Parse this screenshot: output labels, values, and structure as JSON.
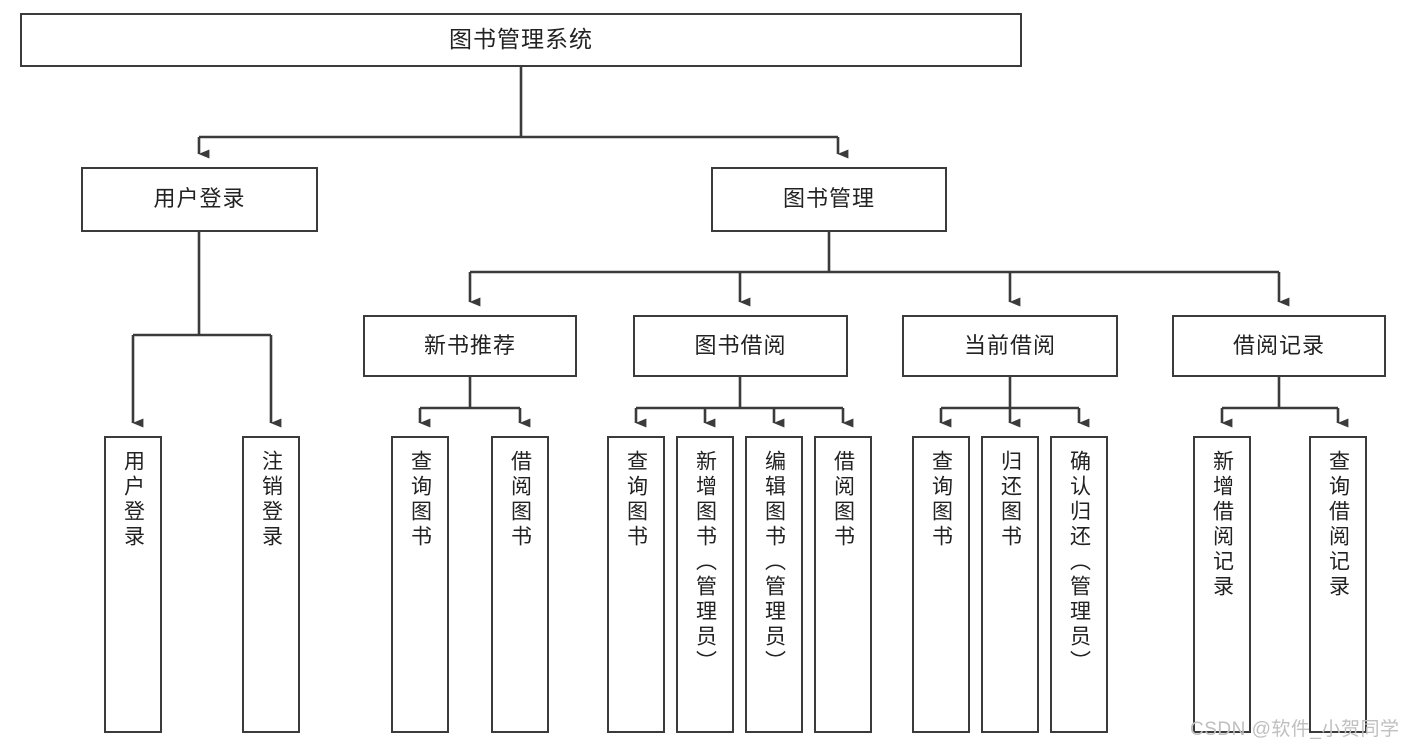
{
  "diagram": {
    "title": "图书管理系统",
    "type": "tree-hierarchy-chart",
    "watermark": "CSDN @软件_小贺同学",
    "colors": {
      "stroke": "#3b3b3b",
      "fill": "#ffffff",
      "text": "#222222",
      "watermark": "#bfbfbf"
    },
    "levels": {
      "root": {
        "label": "图书管理系统"
      },
      "level2": [
        {
          "id": "user-login",
          "label": "用户登录"
        },
        {
          "id": "book-manage",
          "label": "图书管理"
        }
      ],
      "level3": [
        {
          "id": "new-book-recommend",
          "label": "新书推荐"
        },
        {
          "id": "book-borrow",
          "label": "图书借阅"
        },
        {
          "id": "current-borrow",
          "label": "当前借阅"
        },
        {
          "id": "borrow-record",
          "label": "借阅记录"
        }
      ],
      "level4": {
        "user_login_children": [
          {
            "id": "leaf-user-login",
            "label": "用户登录"
          },
          {
            "id": "leaf-logout-login",
            "label": "注销登录"
          }
        ],
        "new_book_recommend_children": [
          {
            "id": "leaf-query-book-1",
            "label": "查询图书"
          },
          {
            "id": "leaf-borrow-book-1",
            "label": "借阅图书"
          }
        ],
        "book_borrow_children": [
          {
            "id": "leaf-query-book-2",
            "label": "查询图书"
          },
          {
            "id": "leaf-add-book-admin",
            "label": "新增图书（管理员）"
          },
          {
            "id": "leaf-edit-book-admin",
            "label": "编辑图书（管理员）"
          },
          {
            "id": "leaf-borrow-book-2",
            "label": "借阅图书"
          }
        ],
        "current_borrow_children": [
          {
            "id": "leaf-query-book-3",
            "label": "查询图书"
          },
          {
            "id": "leaf-return-book",
            "label": "归还图书"
          },
          {
            "id": "leaf-confirm-return-admin",
            "label": "确认归还（管理员）"
          }
        ],
        "borrow_record_children": [
          {
            "id": "leaf-add-borrow-record",
            "label": "新增借阅记录"
          },
          {
            "id": "leaf-query-borrow-record",
            "label": "查询借阅记录"
          }
        ]
      }
    }
  }
}
